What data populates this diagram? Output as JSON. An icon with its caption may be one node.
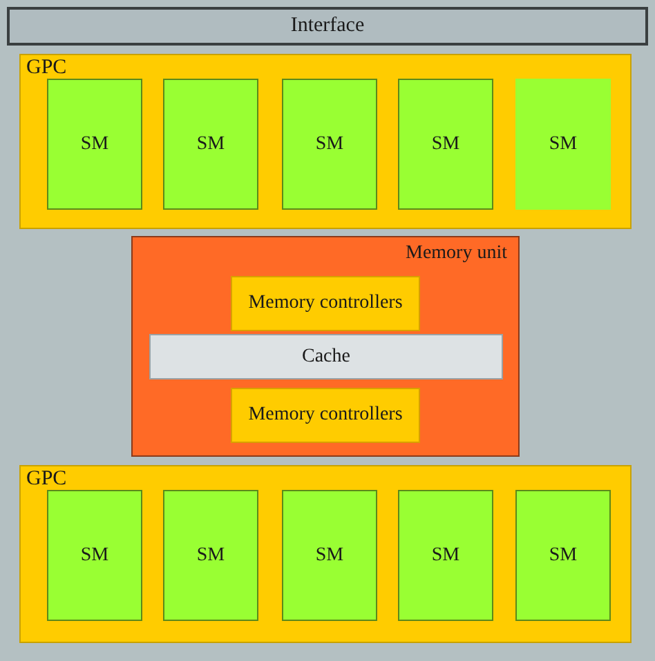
{
  "diagram": {
    "nodes": [
      {
        "text": [
          "Interface"
        ]
      },
      {
        "text": [
          "GPC"
        ]
      },
      {
        "text": [
          "SM"
        ],
        "in": 1
      },
      {
        "text": [
          "SM"
        ],
        "in": 1
      },
      {
        "text": [
          "SM"
        ],
        "in": 1
      },
      {
        "text": [
          "SM"
        ],
        "in": 1
      },
      {
        "text": [
          "SM"
        ],
        "in": 1
      },
      {
        "text": [
          "Memory unit"
        ]
      },
      {
        "text": [
          "Memory controllers"
        ],
        "in": 7
      },
      {
        "text": [
          "Cache"
        ],
        "in": 7
      },
      {
        "text": [
          "Memory controllers"
        ],
        "in": 7
      },
      {
        "text": [
          "GPC"
        ]
      },
      {
        "text": [
          "SM"
        ],
        "in": 11
      },
      {
        "text": [
          "SM"
        ],
        "in": 11
      },
      {
        "text": [
          "SM"
        ],
        "in": 11
      },
      {
        "text": [
          "SM"
        ],
        "in": 11
      },
      {
        "text": [
          "SM"
        ],
        "in": 11
      }
    ],
    "edges": []
  }
}
